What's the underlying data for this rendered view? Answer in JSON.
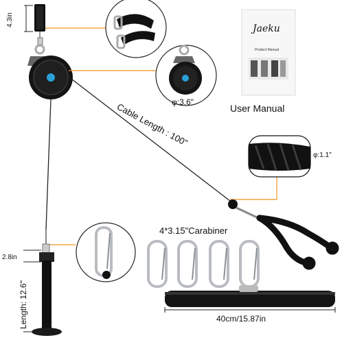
{
  "labels": {
    "top_height": "4.3in",
    "pulley_diameter": "φ:3.6\"",
    "cable_length": "Cable Length : 100\"",
    "manual_caption": "User Manual",
    "rope_diameter": "φ:1.1\"",
    "carabiner": "4*3.15\"Carabiner",
    "handle_top": "2.8in",
    "handle_length": "Length: 12.6\"",
    "bar_length": "40cm/15.87in"
  },
  "manual": {
    "brand": "Jaeku",
    "subtitle": "Product Manual"
  },
  "colors": {
    "accent": "#f0921e",
    "equipment": "#111111",
    "metal": "#b9bcc0"
  }
}
